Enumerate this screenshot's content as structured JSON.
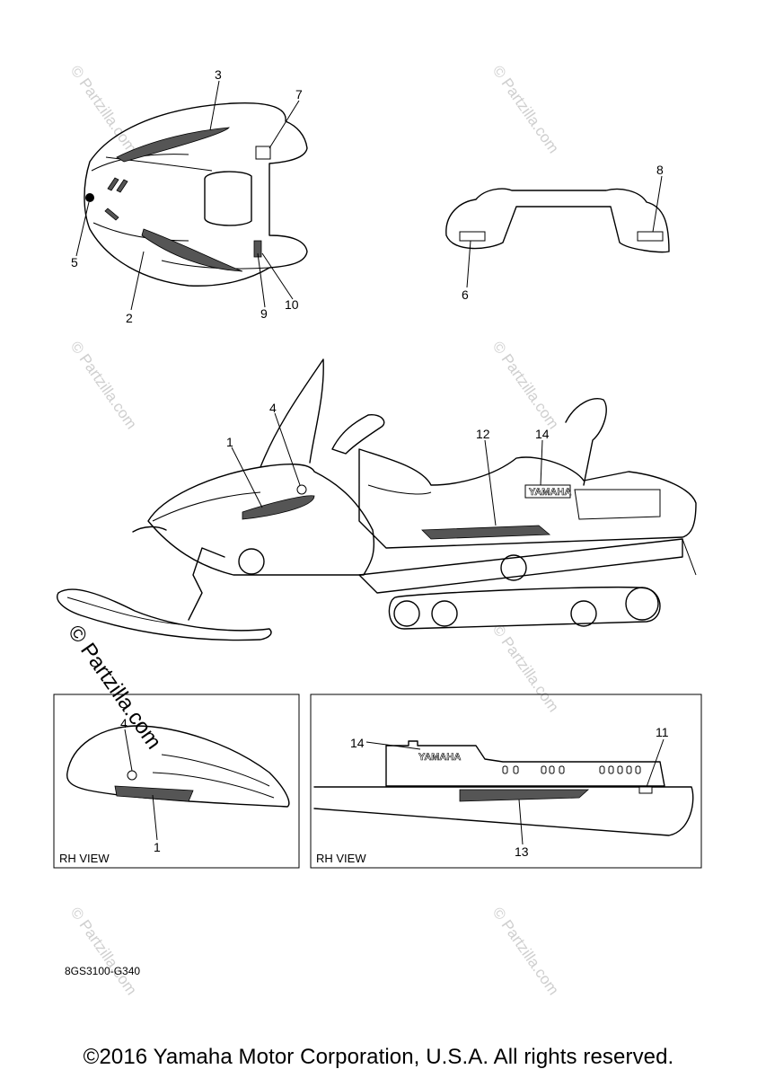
{
  "callouts": {
    "c1": "1",
    "c2": "2",
    "c3": "3",
    "c4": "4",
    "c5": "5",
    "c6": "6",
    "c7": "7",
    "c8": "8",
    "c9": "9",
    "c10": "10",
    "c11": "11",
    "c12": "12",
    "c13": "13",
    "c14": "14",
    "c1_detail": "1",
    "c4_detail": "4",
    "c14_detail": "14"
  },
  "views": {
    "left_box_label": "RH VIEW",
    "right_box_label": "RH VIEW"
  },
  "decals": {
    "brand_logo": "YAMAHA"
  },
  "watermark": {
    "text": "© Partzilla.com"
  },
  "part_code": "8GS3100-G340",
  "copyright": "©2016 Yamaha Motor Corporation, U.S.A. All rights reserved."
}
